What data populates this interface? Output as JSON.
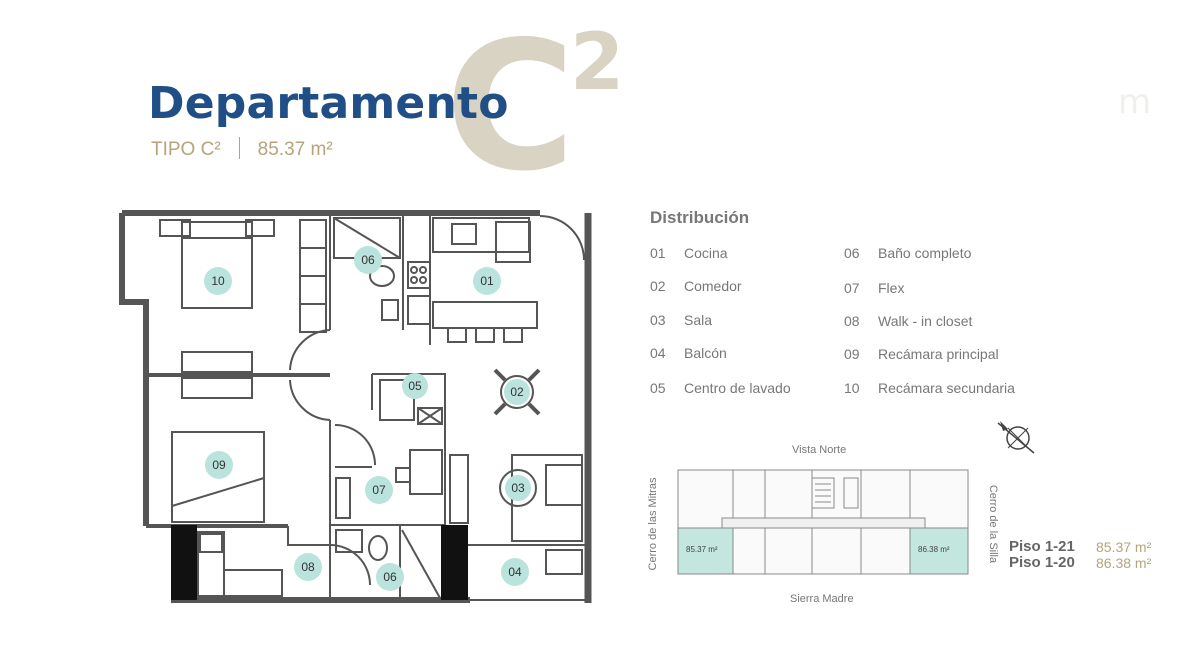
{
  "header": {
    "title": "Departamento",
    "big_letter": "C",
    "big_superscript": "2",
    "type_label": "TIPO C²",
    "type_area": "85.37 m²",
    "corner_mark": "m"
  },
  "colors": {
    "title_blue": "#1f4f86",
    "accent_beige": "#b6a37c",
    "watermark_beige": "#d9d3c4",
    "room_badge": "#b9e3dc",
    "unit_highlight": "#c3e6df",
    "wall": "#555555"
  },
  "floorplan": {
    "rooms": [
      {
        "id": "01"
      },
      {
        "id": "02"
      },
      {
        "id": "03"
      },
      {
        "id": "04"
      },
      {
        "id": "05"
      },
      {
        "id": "06"
      },
      {
        "id": "06"
      },
      {
        "id": "07"
      },
      {
        "id": "08"
      },
      {
        "id": "09"
      },
      {
        "id": "10"
      }
    ]
  },
  "legend": {
    "title": "Distribución",
    "items": [
      {
        "num": "01",
        "label": "Cocina"
      },
      {
        "num": "02",
        "label": "Comedor"
      },
      {
        "num": "03",
        "label": "Sala"
      },
      {
        "num": "04",
        "label": "Balcón"
      },
      {
        "num": "05",
        "label": "Centro de lavado"
      },
      {
        "num": "06",
        "label": "Baño completo"
      },
      {
        "num": "07",
        "label": "Flex"
      },
      {
        "num": "08",
        "label": "Walk - in closet"
      },
      {
        "num": "09",
        "label": "Recámara principal"
      },
      {
        "num": "10",
        "label": "Recámara secundaria"
      }
    ]
  },
  "compass": {
    "icon": "compass-icon"
  },
  "keyplan": {
    "north": "Vista Norte",
    "south": "Sierra Madre",
    "west": "Cerro de las Mitras",
    "east": "Cerro de la Silla",
    "left_unit_area": "85.37 m²",
    "right_unit_area": "86.38 m²"
  },
  "floors": [
    {
      "label": "Piso 1-21",
      "area": "85.37 m²"
    },
    {
      "label": "Piso 1-20",
      "area": "86.38 m²"
    }
  ]
}
